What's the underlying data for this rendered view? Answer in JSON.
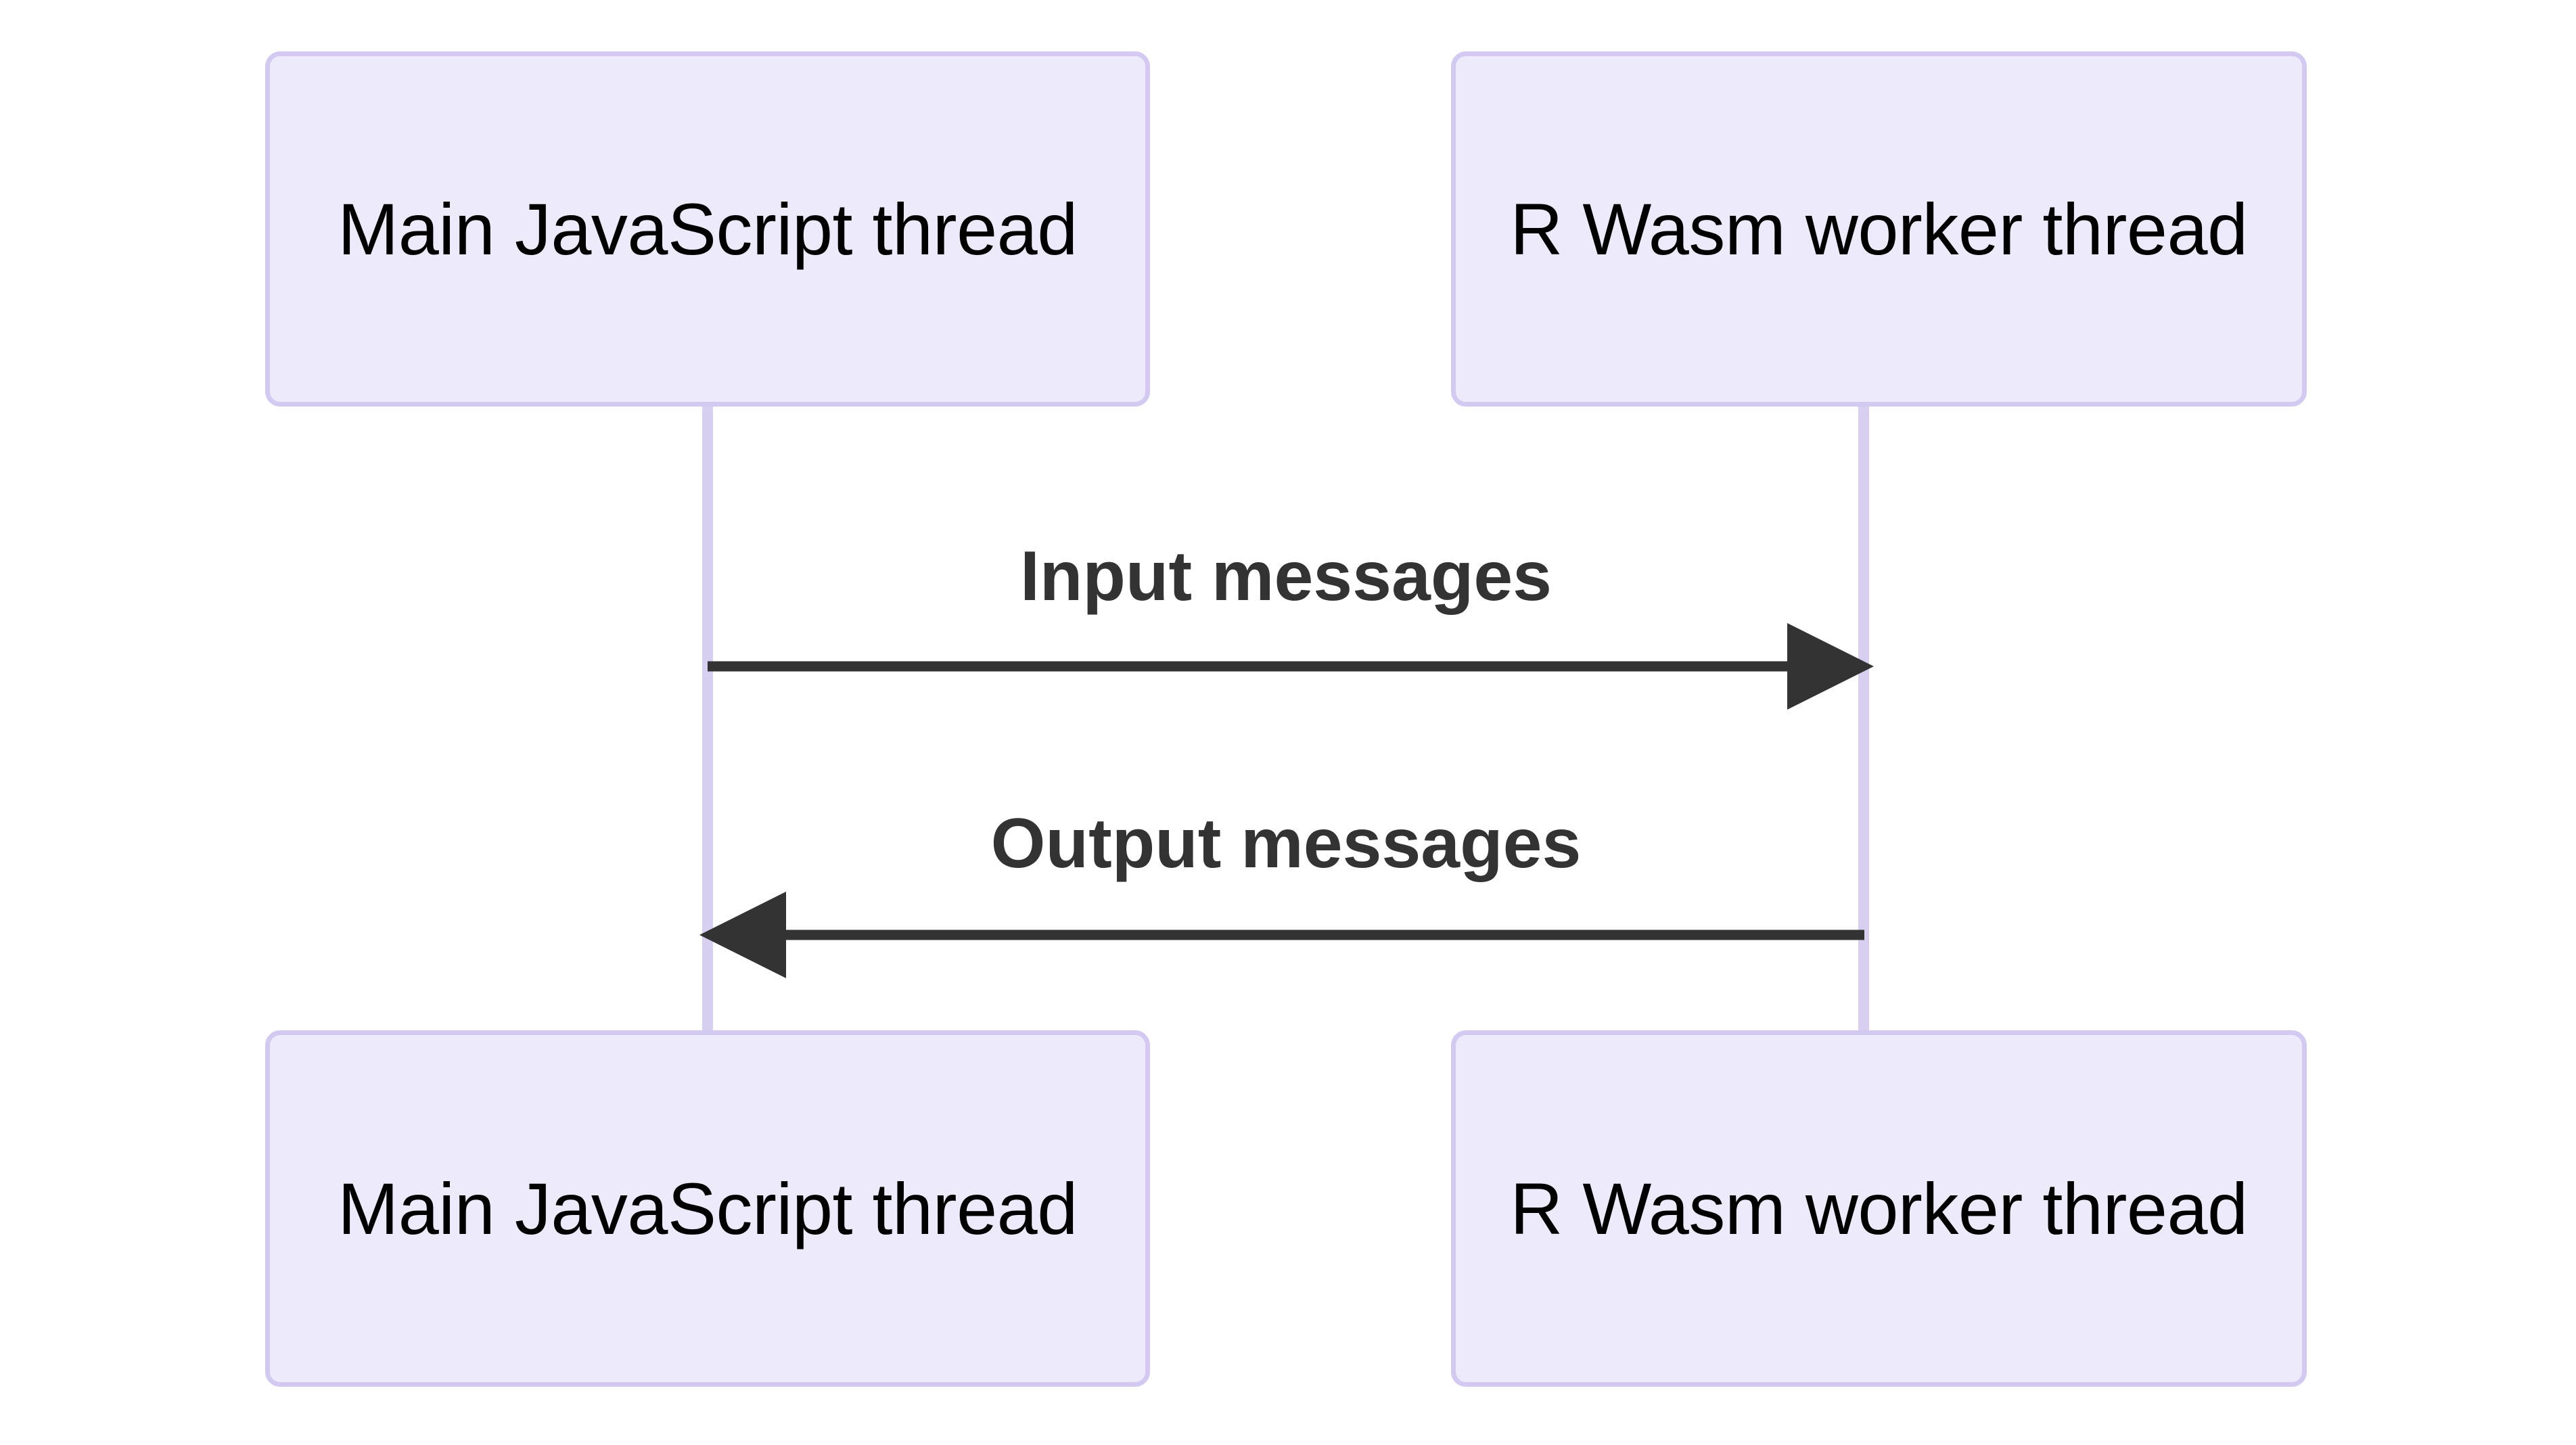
{
  "diagram": {
    "type": "sequence-diagram",
    "background_color": "#ffffff",
    "participants": [
      {
        "id": "main-js-thread",
        "label": "Main JavaScript thread",
        "lane": "left"
      },
      {
        "id": "r-wasm-worker-thread",
        "label": "R Wasm worker thread",
        "lane": "right"
      }
    ],
    "messages": [
      {
        "id": "input-messages",
        "label": "Input messages",
        "from": "main-js-thread",
        "to": "r-wasm-worker-thread",
        "direction": "right"
      },
      {
        "id": "output-messages",
        "label": "Output messages",
        "from": "r-wasm-worker-thread",
        "to": "main-js-thread",
        "direction": "left"
      }
    ],
    "colors": {
      "box_fill": "#ECEAFB",
      "box_border": "#D4C9F0",
      "lifeline": "#D9CFF0",
      "arrow": "#333333",
      "participant_text": "#000000",
      "message_text": "#333333"
    }
  }
}
